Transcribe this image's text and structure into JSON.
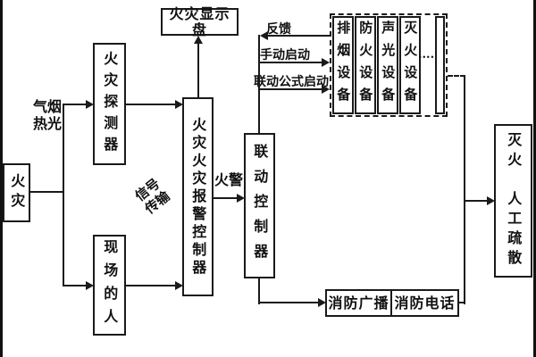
{
  "page": {
    "background": "#ffffff",
    "line_color": "#1a1a1a"
  },
  "diagram": {
    "nodes": {
      "fire": "火灾",
      "detector": "火灾探测器",
      "people": "现场的人",
      "display_panel": "火灾显示盘",
      "alarm_controller": "火灾火灾报警控制器",
      "linkage_controller": "联动控制器",
      "equipment": [
        {
          "label": "排烟设备"
        },
        {
          "label": "防火设备"
        },
        {
          "label": "声光设备"
        },
        {
          "label": "灭火设备"
        }
      ],
      "equipment_ellipsis": "......",
      "broadcast": "消防广播",
      "telephone": "消防电话",
      "outcome": "灭火　人工疏散"
    },
    "edge_labels": {
      "stimulus": "气烟热光",
      "signal_transfer": "信号传输",
      "fire_alarm": "火警",
      "feedback": "反馈",
      "manual_start": "手动启动",
      "linkage_formula_start": "联动公式启动"
    }
  }
}
